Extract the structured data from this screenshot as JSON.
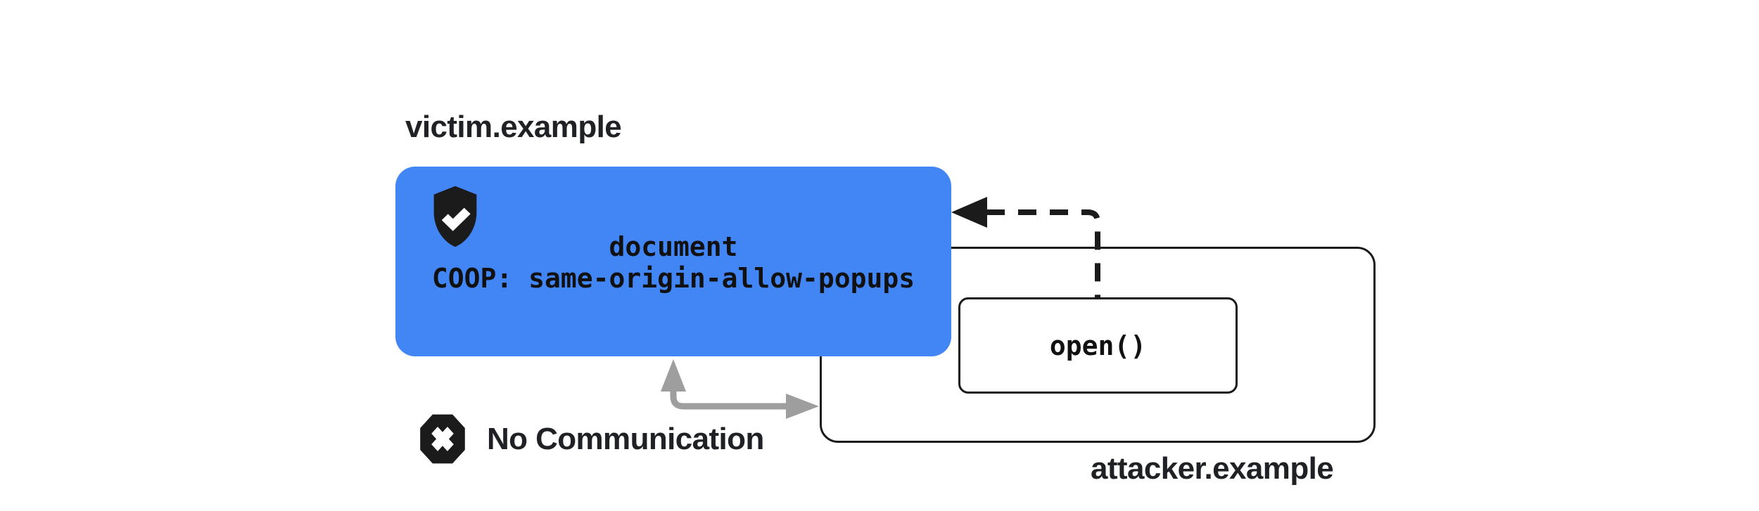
{
  "diagram": {
    "victim": {
      "label": "victim.example",
      "document_title": "document",
      "coop_policy": "COOP: same-origin-allow-popups"
    },
    "attacker": {
      "label": "attacker.example",
      "popup_call": "open()"
    },
    "blocked": {
      "label": "No Communication"
    },
    "icons": {
      "shield_check": "shield-check-icon",
      "blocked_x": "blocked-x-octagon-icon",
      "open_action_arrow": "dashed-open-arrow",
      "blocked_channel_arrow": "gray-bidirectional-arrow"
    },
    "colors": {
      "victim_fill": "#4285F4",
      "arrow_gray": "#9E9E9E",
      "ink": "#1B1B1B",
      "label_ink": "#202124",
      "background": "#FFFFFF"
    }
  }
}
